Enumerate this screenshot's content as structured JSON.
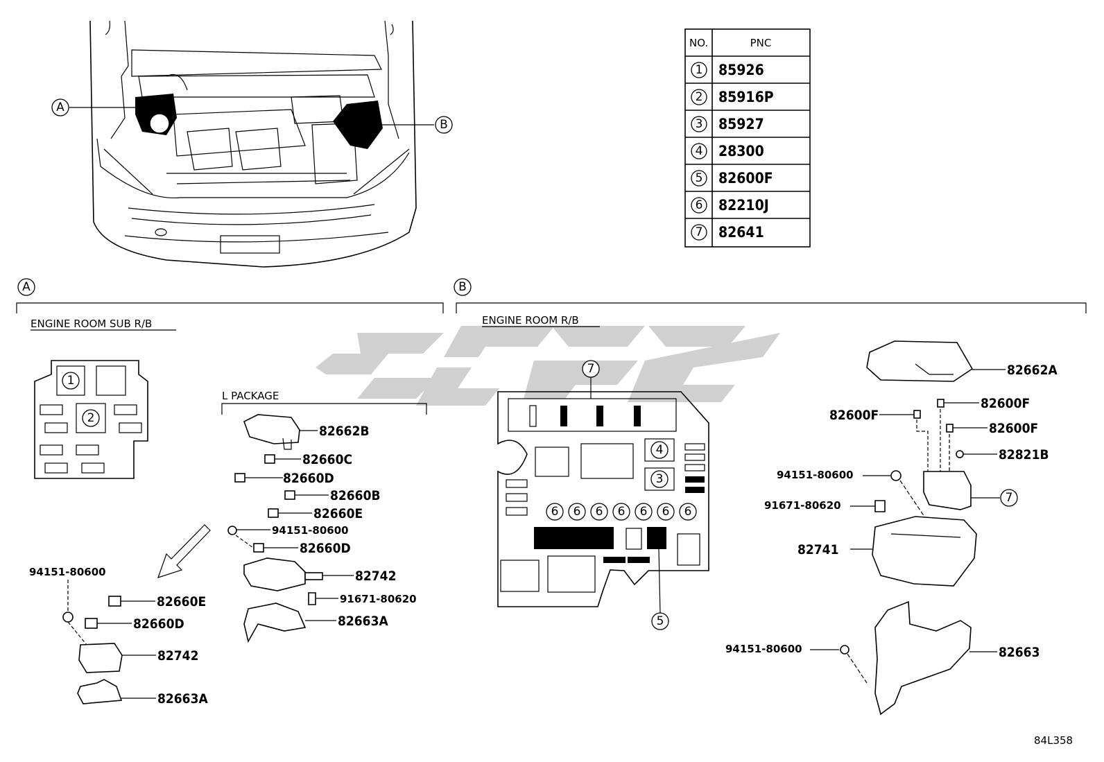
{
  "table": {
    "col_no": "NO.",
    "col_pnc": "PNC",
    "rows": [
      {
        "no": "1",
        "pnc": "85926"
      },
      {
        "no": "2",
        "pnc": "85916P"
      },
      {
        "no": "3",
        "pnc": "85927"
      },
      {
        "no": "4",
        "pnc": "28300"
      },
      {
        "no": "5",
        "pnc": "82600F"
      },
      {
        "no": "6",
        "pnc": "82210J"
      },
      {
        "no": "7",
        "pnc": "82641"
      }
    ]
  },
  "overview": {
    "callout_a": "A",
    "callout_b": "B"
  },
  "section_a": {
    "marker": "A",
    "title": "ENGINE ROOM SUB R/B",
    "sub_box_nums": [
      "1",
      "2"
    ],
    "l_package": "L PACKAGE",
    "labels": {
      "p82662B": "82662B",
      "p82660C": "82660C",
      "p82660D_1": "82660D",
      "p82660B": "82660B",
      "p82660E_1": "82660E",
      "p94151_1": "94151-80600",
      "p82660D_2": "82660D",
      "p82742_1": "82742",
      "p91671_1": "91671-80620",
      "p82663A_1": "82663A",
      "p94151_2": "94151-80600",
      "p82660E_2": "82660E",
      "p82660D_3": "82660D",
      "p82742_2": "82742",
      "p82663A_2": "82663A"
    }
  },
  "section_b": {
    "marker": "B",
    "title": "ENGINE ROOM R/B",
    "box_nums": {
      "n7": "7",
      "n4": "4",
      "n3": "3",
      "n6": "6",
      "n5": "5"
    },
    "labels": {
      "p82662A": "82662A",
      "p82600F_1": "82600F",
      "p82600F_2": "82600F",
      "p82600F_3": "82600F",
      "p82821B": "82821B",
      "p94151_1": "94151-80600",
      "p7": "7",
      "p91671": "91671-80620",
      "p82741": "82741",
      "p94151_2": "94151-80600",
      "p82663": "82663"
    }
  },
  "figure_code": "84L358",
  "watermark": "GSF"
}
